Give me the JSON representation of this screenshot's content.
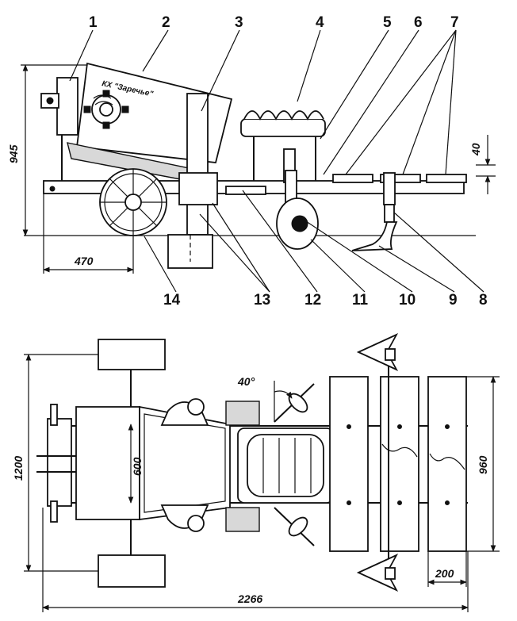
{
  "callouts": [
    "1",
    "2",
    "3",
    "4",
    "5",
    "6",
    "7",
    "8",
    "9",
    "10",
    "11",
    "12",
    "13",
    "14"
  ],
  "logo_text": "КХ \"Заречье\"",
  "dimensions": {
    "height_945": "945",
    "clearance_40": "40",
    "wheel_offset_470": "470",
    "angle_40": "40°",
    "width_1200": "1200",
    "hopper_600": "600",
    "gap_960": "960",
    "spacing_200": "200",
    "length_2266": "2266"
  },
  "colors": {
    "ink": "#111111",
    "paper": "#ffffff",
    "fill_light": "#d8d8d8"
  }
}
